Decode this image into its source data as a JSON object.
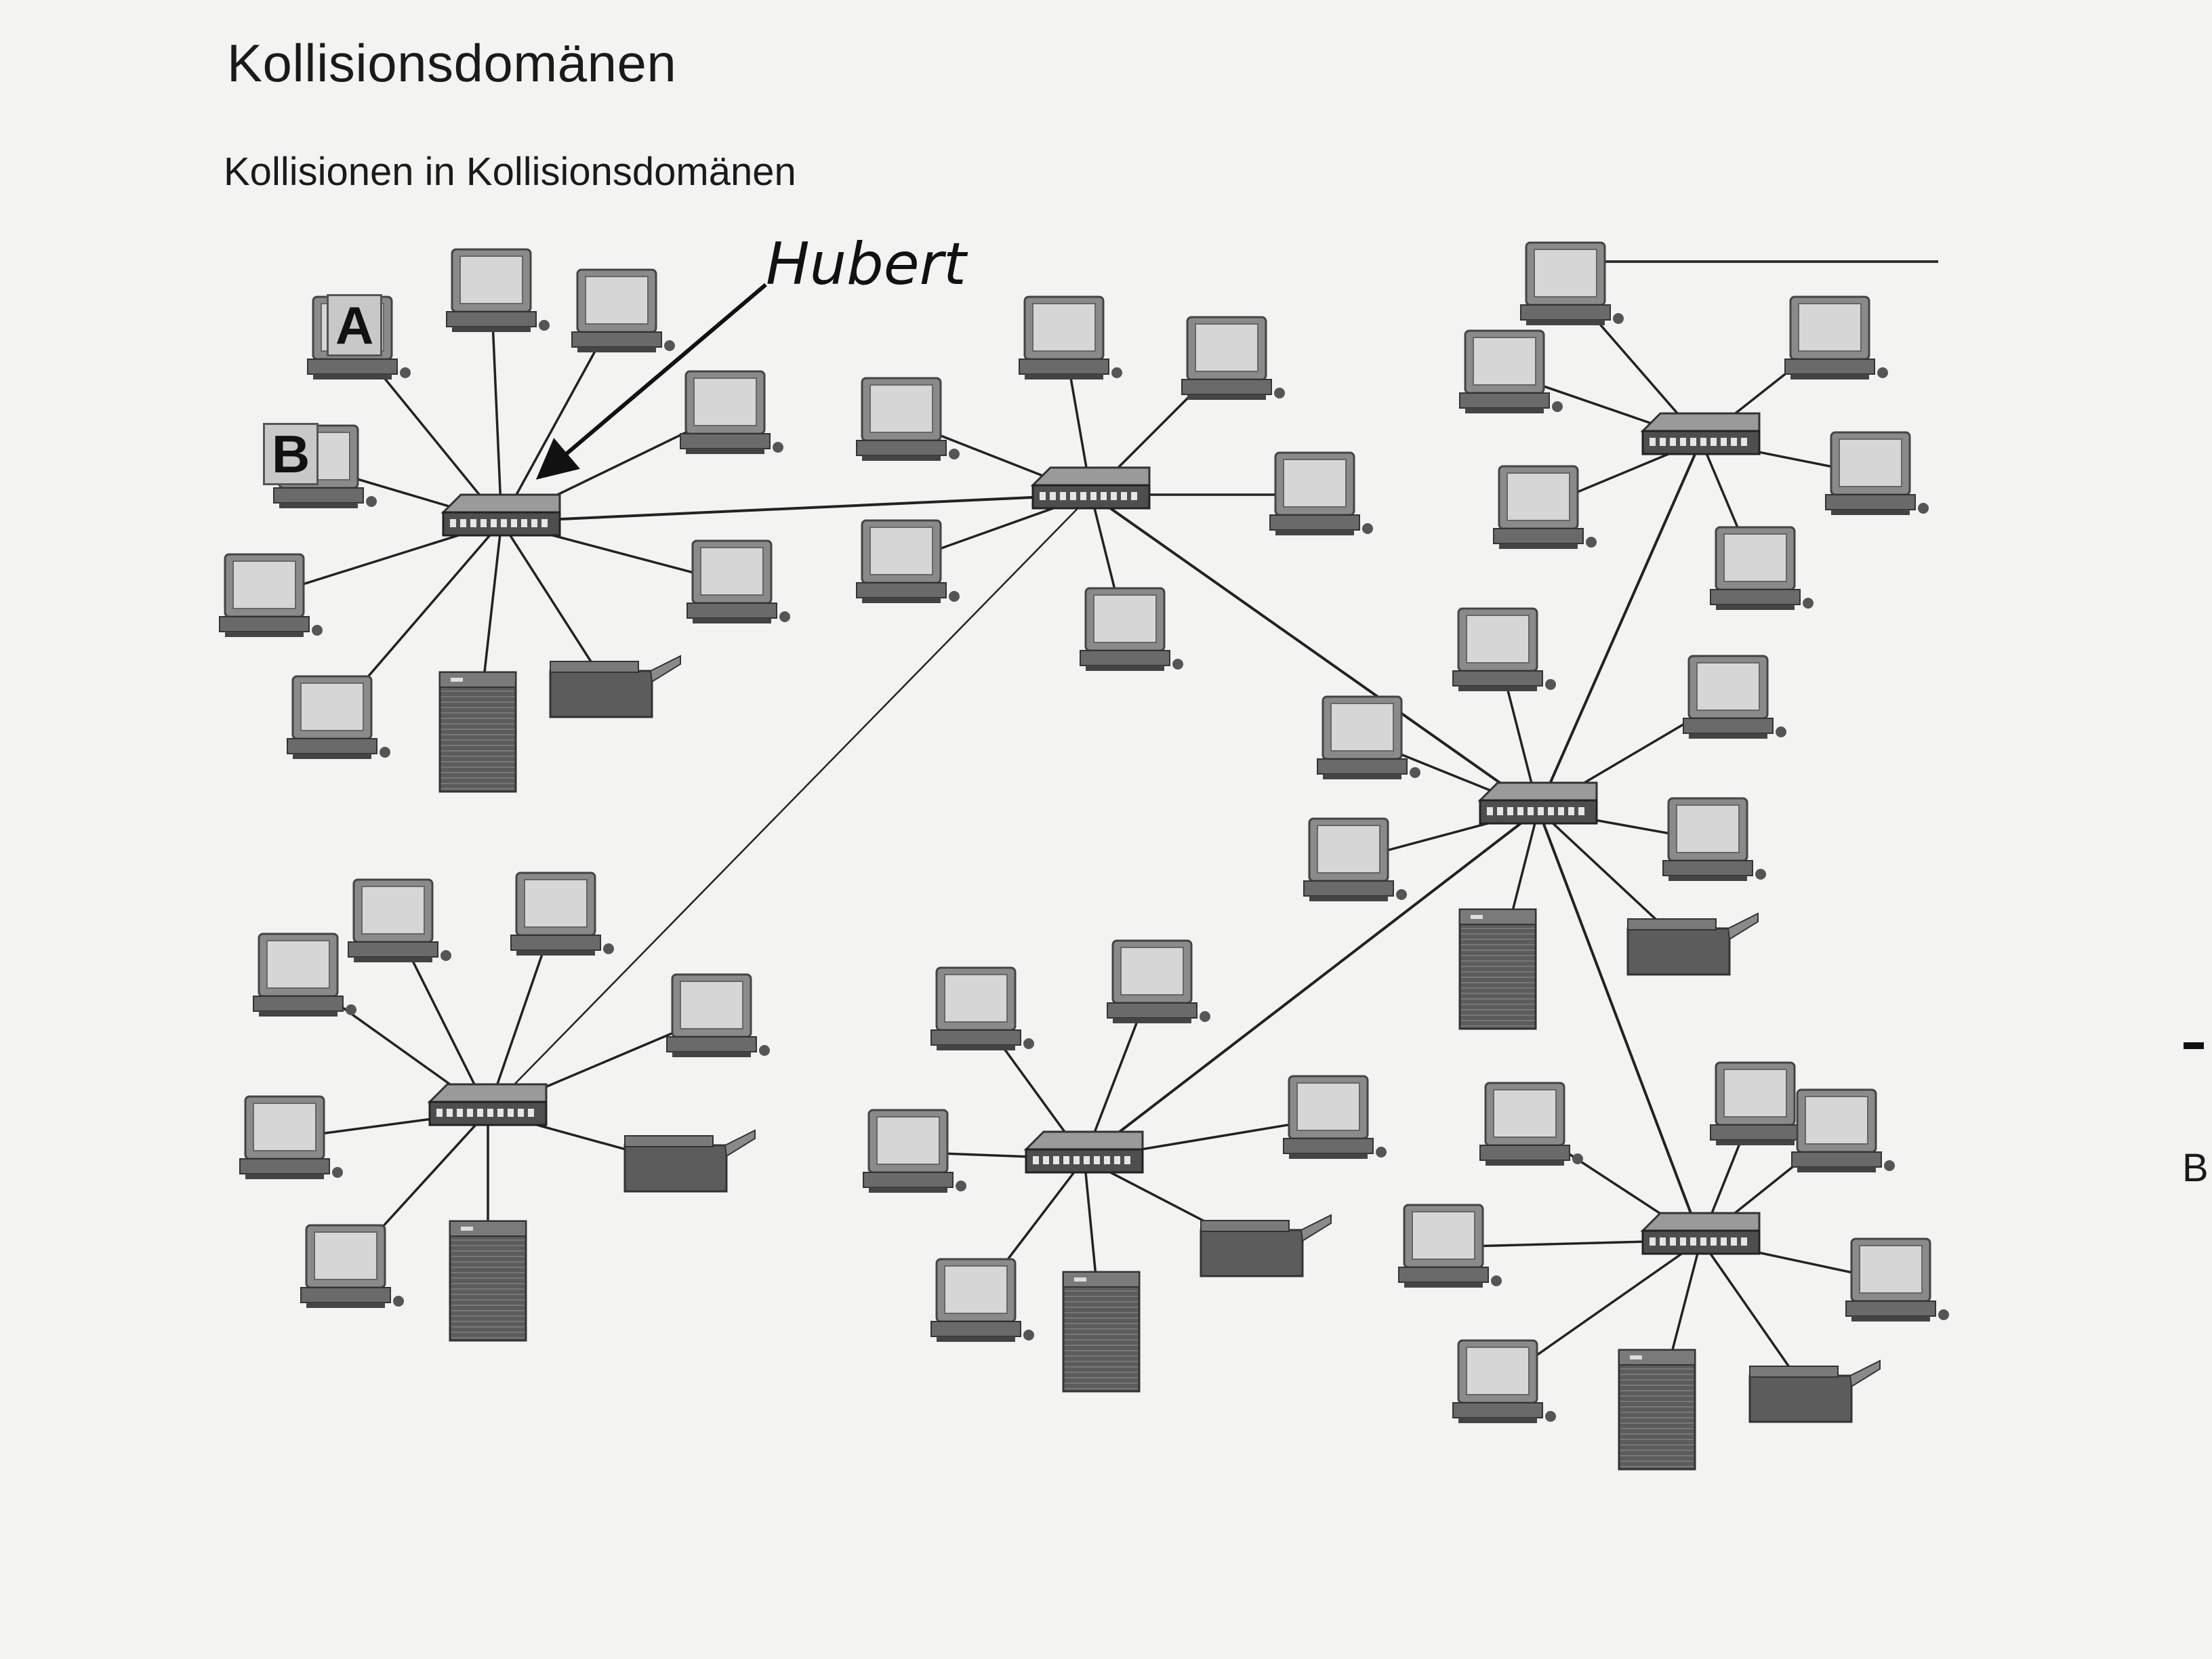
{
  "page": {
    "title": "Kollisionsdomänen",
    "subtitle": "Kollisionen in Kollisionsdomänen",
    "annotation": "Hubert",
    "edge_letter": "B"
  },
  "labels": {
    "a": "A",
    "b": "B"
  },
  "colors": {
    "background": "#f3f3f1",
    "ink": "#1a1a1a",
    "device_dark": "#5c5c5c",
    "screen": "#d6d6d6"
  },
  "diagram": {
    "hubs": [
      {
        "id": "hub-1"
      },
      {
        "id": "hub-2"
      },
      {
        "id": "hub-3"
      },
      {
        "id": "hub-4"
      },
      {
        "id": "hub-5"
      },
      {
        "id": "hub-6"
      },
      {
        "id": "hub-7"
      }
    ],
    "hub_links": [
      [
        "hub-1",
        "hub-2"
      ],
      [
        "hub-2",
        "hub-5"
      ],
      [
        "hub-2",
        "hub-4"
      ],
      [
        "hub-3",
        "hub-5"
      ],
      [
        "hub-5",
        "hub-6"
      ],
      [
        "hub-5",
        "hub-7"
      ]
    ],
    "devices": [
      {
        "hub": "hub-1",
        "type": "pc",
        "label": "a"
      },
      {
        "hub": "hub-1",
        "type": "pc"
      },
      {
        "hub": "hub-1",
        "type": "pc"
      },
      {
        "hub": "hub-1",
        "type": "pc"
      },
      {
        "hub": "hub-1",
        "type": "pc",
        "label": "b"
      },
      {
        "hub": "hub-1",
        "type": "pc"
      },
      {
        "hub": "hub-1",
        "type": "pc"
      },
      {
        "hub": "hub-1",
        "type": "pc"
      },
      {
        "hub": "hub-1",
        "type": "server"
      },
      {
        "hub": "hub-1",
        "type": "printer"
      },
      {
        "hub": "hub-2",
        "type": "pc"
      },
      {
        "hub": "hub-2",
        "type": "pc"
      },
      {
        "hub": "hub-2",
        "type": "pc"
      },
      {
        "hub": "hub-2",
        "type": "pc"
      },
      {
        "hub": "hub-2",
        "type": "pc"
      },
      {
        "hub": "hub-2",
        "type": "pc"
      },
      {
        "hub": "hub-3",
        "type": "pc"
      },
      {
        "hub": "hub-3",
        "type": "pc"
      },
      {
        "hub": "hub-3",
        "type": "pc"
      },
      {
        "hub": "hub-3",
        "type": "pc"
      },
      {
        "hub": "hub-3",
        "type": "pc"
      },
      {
        "hub": "hub-3",
        "type": "pc"
      },
      {
        "hub": "hub-4",
        "type": "pc"
      },
      {
        "hub": "hub-4",
        "type": "pc"
      },
      {
        "hub": "hub-4",
        "type": "pc"
      },
      {
        "hub": "hub-4",
        "type": "pc"
      },
      {
        "hub": "hub-4",
        "type": "pc"
      },
      {
        "hub": "hub-4",
        "type": "pc"
      },
      {
        "hub": "hub-4",
        "type": "server"
      },
      {
        "hub": "hub-4",
        "type": "printer"
      },
      {
        "hub": "hub-5",
        "type": "pc"
      },
      {
        "hub": "hub-5",
        "type": "pc"
      },
      {
        "hub": "hub-5",
        "type": "pc"
      },
      {
        "hub": "hub-5",
        "type": "pc"
      },
      {
        "hub": "hub-5",
        "type": "pc"
      },
      {
        "hub": "hub-5",
        "type": "server"
      },
      {
        "hub": "hub-5",
        "type": "printer"
      },
      {
        "hub": "hub-6",
        "type": "pc"
      },
      {
        "hub": "hub-6",
        "type": "pc"
      },
      {
        "hub": "hub-6",
        "type": "pc"
      },
      {
        "hub": "hub-6",
        "type": "pc"
      },
      {
        "hub": "hub-6",
        "type": "pc"
      },
      {
        "hub": "hub-6",
        "type": "server"
      },
      {
        "hub": "hub-6",
        "type": "printer"
      },
      {
        "hub": "hub-7",
        "type": "pc"
      },
      {
        "hub": "hub-7",
        "type": "pc"
      },
      {
        "hub": "hub-7",
        "type": "pc"
      },
      {
        "hub": "hub-7",
        "type": "pc"
      },
      {
        "hub": "hub-7",
        "type": "pc"
      },
      {
        "hub": "hub-7",
        "type": "pc"
      },
      {
        "hub": "hub-7",
        "type": "server"
      },
      {
        "hub": "hub-7",
        "type": "printer"
      }
    ]
  }
}
